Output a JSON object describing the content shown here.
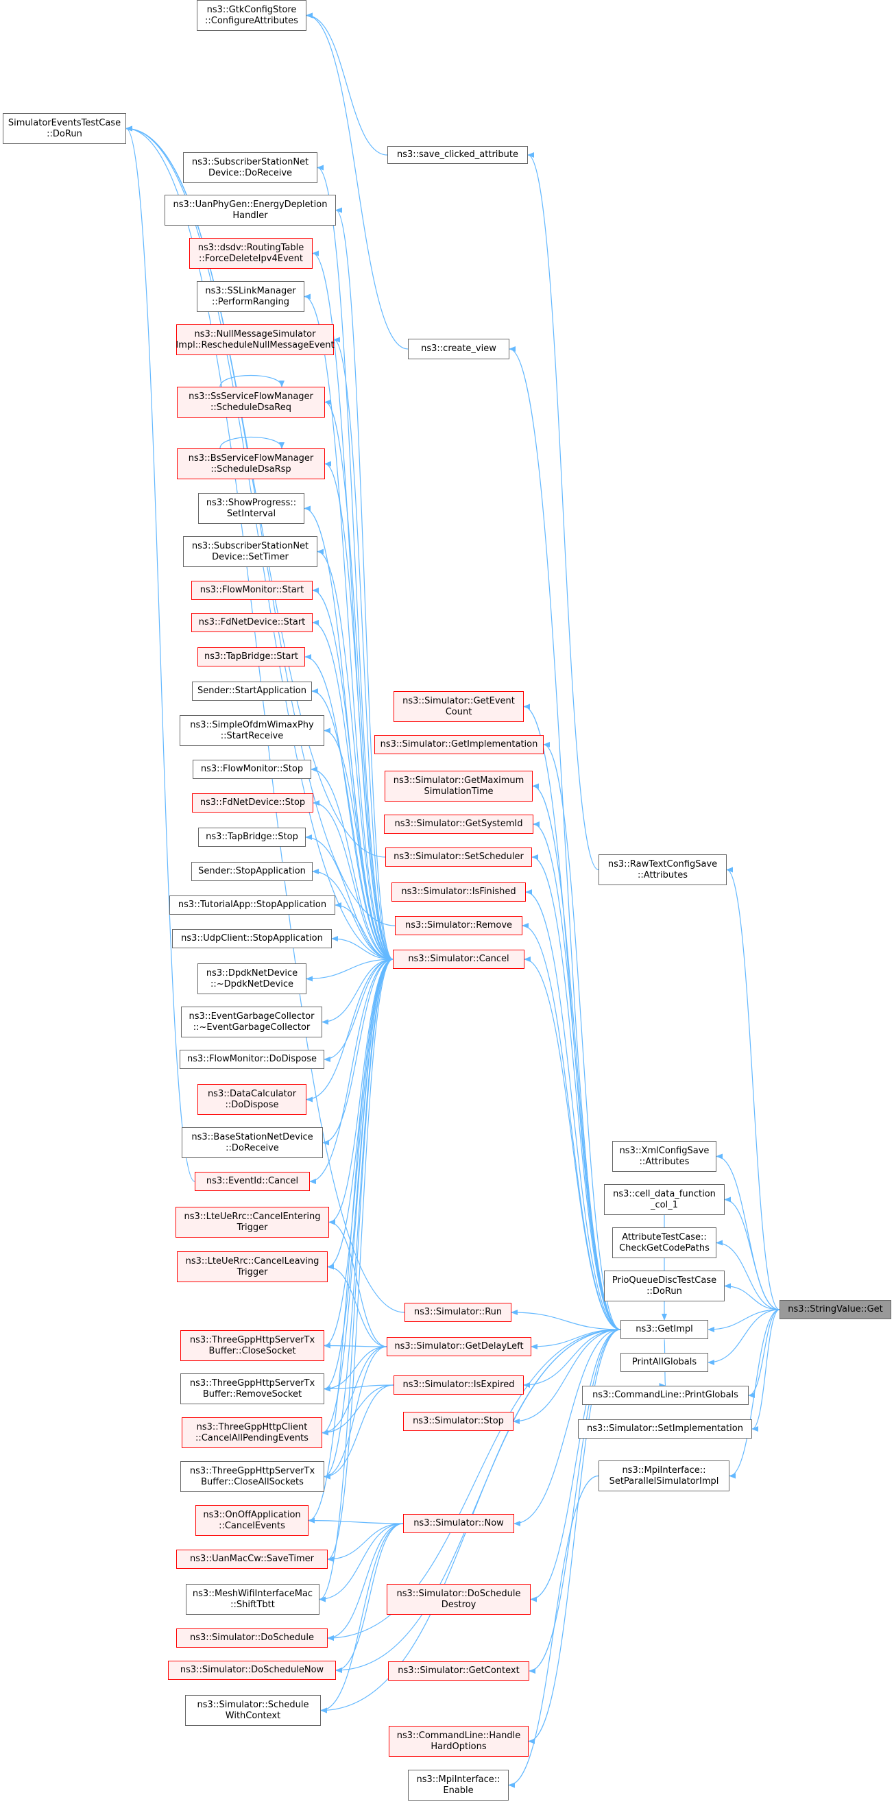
{
  "colors": {
    "edge": "#63b8ff",
    "red_border": "#ff0000",
    "red_fill": "#fff0f0",
    "target_fill": "#999999"
  },
  "nodes": [
    {
      "id": "gtk_configure",
      "lines": [
        "ns3::GtkConfigStore",
        "::ConfigureAttributes"
      ],
      "style": "normal"
    },
    {
      "id": "sim_events_testcase",
      "lines": [
        "SimulatorEventsTestCase",
        "::DoRun"
      ],
      "style": "normal"
    },
    {
      "id": "save_clicked",
      "lines": [
        "ns3::save_clicked_attribute"
      ],
      "style": "normal"
    },
    {
      "id": "ss_doreceive",
      "lines": [
        "ns3::SubscriberStationNet",
        "Device::DoReceive"
      ],
      "style": "normal"
    },
    {
      "id": "uan_energy",
      "lines": [
        "ns3::UanPhyGen::EnergyDepletion",
        "Handler"
      ],
      "style": "normal"
    },
    {
      "id": "dsdv_force",
      "lines": [
        "ns3::dsdv::RoutingTable",
        "::ForceDeleteIpv4Event"
      ],
      "style": "red"
    },
    {
      "id": "sslink_perform",
      "lines": [
        "ns3::SSLinkManager",
        "::PerformRanging"
      ],
      "style": "normal"
    },
    {
      "id": "nullmsg_resched",
      "lines": [
        "ns3::NullMessageSimulator",
        "Impl::RescheduleNullMessageEvent"
      ],
      "style": "red"
    },
    {
      "id": "create_view",
      "lines": [
        "ns3::create_view"
      ],
      "style": "normal"
    },
    {
      "id": "ss_sched_dsareq",
      "lines": [
        "ns3::SsServiceFlowManager",
        "::ScheduleDsaReq"
      ],
      "style": "red"
    },
    {
      "id": "bs_sched_dsarsp",
      "lines": [
        "ns3::BsServiceFlowManager",
        "::ScheduleDsaRsp"
      ],
      "style": "red"
    },
    {
      "id": "showprogress",
      "lines": [
        "ns3::ShowProgress::",
        "SetInterval"
      ],
      "style": "normal"
    },
    {
      "id": "ss_settimer",
      "lines": [
        "ns3::SubscriberStationNet",
        "Device::SetTimer"
      ],
      "style": "normal"
    },
    {
      "id": "flowmon_start",
      "lines": [
        "ns3::FlowMonitor::Start"
      ],
      "style": "red"
    },
    {
      "id": "fdnet_start",
      "lines": [
        "ns3::FdNetDevice::Start"
      ],
      "style": "red"
    },
    {
      "id": "tapbridge_start",
      "lines": [
        "ns3::TapBridge::Start"
      ],
      "style": "red"
    },
    {
      "id": "sender_startapp",
      "lines": [
        "Sender::StartApplication"
      ],
      "style": "normal"
    },
    {
      "id": "simpleofdm",
      "lines": [
        "ns3::SimpleOfdmWimaxPhy",
        "::StartReceive"
      ],
      "style": "normal"
    },
    {
      "id": "flowmon_stop",
      "lines": [
        "ns3::FlowMonitor::Stop"
      ],
      "style": "normal"
    },
    {
      "id": "fdnet_stop",
      "lines": [
        "ns3::FdNetDevice::Stop"
      ],
      "style": "red"
    },
    {
      "id": "tapbridge_stop",
      "lines": [
        "ns3::TapBridge::Stop"
      ],
      "style": "normal"
    },
    {
      "id": "sender_stopapp",
      "lines": [
        "Sender::StopApplication"
      ],
      "style": "normal"
    },
    {
      "id": "tutorial_stopapp",
      "lines": [
        "ns3::TutorialApp::StopApplication"
      ],
      "style": "normal"
    },
    {
      "id": "udpclient_stopapp",
      "lines": [
        "ns3::UdpClient::StopApplication"
      ],
      "style": "normal"
    },
    {
      "id": "dpdk_dtor",
      "lines": [
        "ns3::DpdkNetDevice",
        "::~DpdkNetDevice"
      ],
      "style": "normal"
    },
    {
      "id": "egc_dtor",
      "lines": [
        "ns3::EventGarbageCollector",
        "::~EventGarbageCollector"
      ],
      "style": "normal"
    },
    {
      "id": "flowmon_dodispose",
      "lines": [
        "ns3::FlowMonitor::DoDispose"
      ],
      "style": "normal"
    },
    {
      "id": "datacalc_dodispose",
      "lines": [
        "ns3::DataCalculator",
        "::DoDispose"
      ],
      "style": "red"
    },
    {
      "id": "bsnet_doreceive",
      "lines": [
        "ns3::BaseStationNetDevice",
        "::DoReceive"
      ],
      "style": "normal"
    },
    {
      "id": "eventid_cancel",
      "lines": [
        "ns3::EventId::Cancel"
      ],
      "style": "red"
    },
    {
      "id": "lte_cancel_enter",
      "lines": [
        "ns3::LteUeRrc::CancelEntering",
        "Trigger"
      ],
      "style": "red"
    },
    {
      "id": "lte_cancel_leave",
      "lines": [
        "ns3::LteUeRrc::CancelLeaving",
        "Trigger"
      ],
      "style": "red"
    },
    {
      "id": "http_closesocket",
      "lines": [
        "ns3::ThreeGppHttpServerTx",
        "Buffer::CloseSocket"
      ],
      "style": "red"
    },
    {
      "id": "http_removesocket",
      "lines": [
        "ns3::ThreeGppHttpServerTx",
        "Buffer::RemoveSocket"
      ],
      "style": "normal"
    },
    {
      "id": "http_client_cancel",
      "lines": [
        "ns3::ThreeGppHttpClient",
        "::CancelAllPendingEvents"
      ],
      "style": "red"
    },
    {
      "id": "http_closeall",
      "lines": [
        "ns3::ThreeGppHttpServerTx",
        "Buffer::CloseAllSockets"
      ],
      "style": "normal"
    },
    {
      "id": "onoff_cancel",
      "lines": [
        "ns3::OnOffApplication",
        "::CancelEvents"
      ],
      "style": "red"
    },
    {
      "id": "uanmac_savetimer",
      "lines": [
        "ns3::UanMacCw::SaveTimer"
      ],
      "style": "red"
    },
    {
      "id": "mesh_shifttbtt",
      "lines": [
        "ns3::MeshWifiInterfaceMac",
        "::ShiftTbtt"
      ],
      "style": "normal"
    },
    {
      "id": "sim_doschedule",
      "lines": [
        "ns3::Simulator::DoSchedule"
      ],
      "style": "red"
    },
    {
      "id": "sim_doschedulenow",
      "lines": [
        "ns3::Simulator::DoScheduleNow"
      ],
      "style": "red"
    },
    {
      "id": "sim_schedwithctx",
      "lines": [
        "ns3::Simulator::Schedule",
        "WithContext"
      ],
      "style": "normal"
    },
    {
      "id": "sim_geteventcount",
      "lines": [
        "ns3::Simulator::GetEvent",
        "Count"
      ],
      "style": "red"
    },
    {
      "id": "sim_getimpl_m",
      "lines": [
        "ns3::Simulator::GetImplementation"
      ],
      "style": "red"
    },
    {
      "id": "sim_getmaxtime",
      "lines": [
        "ns3::Simulator::GetMaximum",
        "SimulationTime"
      ],
      "style": "red"
    },
    {
      "id": "sim_getsystemid",
      "lines": [
        "ns3::Simulator::GetSystemId"
      ],
      "style": "red"
    },
    {
      "id": "sim_setscheduler",
      "lines": [
        "ns3::Simulator::SetScheduler"
      ],
      "style": "red"
    },
    {
      "id": "sim_isfinished",
      "lines": [
        "ns3::Simulator::IsFinished"
      ],
      "style": "red"
    },
    {
      "id": "sim_remove",
      "lines": [
        "ns3::Simulator::Remove"
      ],
      "style": "red"
    },
    {
      "id": "sim_cancel",
      "lines": [
        "ns3::Simulator::Cancel"
      ],
      "style": "red"
    },
    {
      "id": "sim_run",
      "lines": [
        "ns3::Simulator::Run"
      ],
      "style": "red"
    },
    {
      "id": "sim_getdelayleft",
      "lines": [
        "ns3::Simulator::GetDelayLeft"
      ],
      "style": "red"
    },
    {
      "id": "sim_isexpired",
      "lines": [
        "ns3::Simulator::IsExpired"
      ],
      "style": "red"
    },
    {
      "id": "sim_stop",
      "lines": [
        "ns3::Simulator::Stop"
      ],
      "style": "red"
    },
    {
      "id": "sim_now",
      "lines": [
        "ns3::Simulator::Now"
      ],
      "style": "red"
    },
    {
      "id": "sim_doscheddestroy",
      "lines": [
        "ns3::Simulator::DoSchedule",
        "Destroy"
      ],
      "style": "red"
    },
    {
      "id": "sim_getcontext",
      "lines": [
        "ns3::Simulator::GetContext"
      ],
      "style": "red"
    },
    {
      "id": "cmdline_handlehard",
      "lines": [
        "ns3::CommandLine::Handle",
        "HardOptions"
      ],
      "style": "red"
    },
    {
      "id": "mpi_enable",
      "lines": [
        "ns3::MpiInterface::",
        "Enable"
      ],
      "style": "normal"
    },
    {
      "id": "rawtext_attrs",
      "lines": [
        "ns3::RawTextConfigSave",
        "::Attributes"
      ],
      "style": "normal"
    },
    {
      "id": "xml_attrs",
      "lines": [
        "ns3::XmlConfigSave",
        "::Attributes"
      ],
      "style": "normal"
    },
    {
      "id": "cell_data",
      "lines": [
        "ns3::cell_data_function",
        "_col_1"
      ],
      "style": "normal"
    },
    {
      "id": "attr_testcase",
      "lines": [
        "AttributeTestCase::",
        "CheckGetCodePaths"
      ],
      "style": "normal"
    },
    {
      "id": "prioqueue_doRun",
      "lines": [
        "PrioQueueDiscTestCase",
        "::DoRun"
      ],
      "style": "normal"
    },
    {
      "id": "getimpl",
      "lines": [
        "ns3::GetImpl"
      ],
      "style": "normal"
    },
    {
      "id": "printallglobals",
      "lines": [
        "PrintAllGlobals"
      ],
      "style": "normal"
    },
    {
      "id": "cmdline_printglobals",
      "lines": [
        "ns3::CommandLine::PrintGlobals"
      ],
      "style": "normal"
    },
    {
      "id": "sim_setimpl",
      "lines": [
        "ns3::Simulator::SetImplementation"
      ],
      "style": "normal"
    },
    {
      "id": "mpi_setparallel",
      "lines": [
        "ns3::MpiInterface::",
        "SetParallelSimulatorImpl"
      ],
      "style": "normal"
    },
    {
      "id": "stringvalue_get",
      "lines": [
        "ns3::StringValue::Get"
      ],
      "style": "target"
    }
  ],
  "edges": [
    [
      "save_clicked",
      "gtk_configure"
    ],
    [
      "create_view",
      "gtk_configure"
    ],
    [
      "rawtext_attrs",
      "save_clicked"
    ],
    [
      "getimpl",
      "create_view"
    ],
    [
      "stringvalue_get",
      "rawtext_attrs"
    ],
    [
      "stringvalue_get",
      "xml_attrs"
    ],
    [
      "stringvalue_get",
      "cell_data"
    ],
    [
      "stringvalue_get",
      "attr_testcase"
    ],
    [
      "stringvalue_get",
      "prioqueue_doRun"
    ],
    [
      "stringvalue_get",
      "getimpl"
    ],
    [
      "stringvalue_get",
      "printallglobals"
    ],
    [
      "stringvalue_get",
      "cmdline_printglobals"
    ],
    [
      "stringvalue_get",
      "sim_setimpl"
    ],
    [
      "stringvalue_get",
      "mpi_setparallel"
    ],
    [
      "mpi_setparallel",
      "mpi_enable"
    ],
    [
      "cell_data",
      "getimpl"
    ],
    [
      "getimpl",
      "cmdline_printglobals"
    ],
    [
      "getimpl",
      "cmdline_handlehard"
    ],
    [
      "getimpl",
      "sim_geteventcount"
    ],
    [
      "getimpl",
      "sim_getimpl_m"
    ],
    [
      "getimpl",
      "sim_getmaxtime"
    ],
    [
      "getimpl",
      "sim_getsystemid"
    ],
    [
      "getimpl",
      "sim_setscheduler"
    ],
    [
      "getimpl",
      "sim_isfinished"
    ],
    [
      "getimpl",
      "sim_remove"
    ],
    [
      "getimpl",
      "sim_cancel"
    ],
    [
      "getimpl",
      "sim_run"
    ],
    [
      "getimpl",
      "sim_getdelayleft"
    ],
    [
      "getimpl",
      "sim_isexpired"
    ],
    [
      "getimpl",
      "sim_stop"
    ],
    [
      "getimpl",
      "sim_now"
    ],
    [
      "getimpl",
      "sim_doscheddestroy"
    ],
    [
      "getimpl",
      "sim_getcontext"
    ],
    [
      "getimpl",
      "sim_doschedule"
    ],
    [
      "getimpl",
      "sim_doschedulenow"
    ],
    [
      "getimpl",
      "sim_schedwithctx"
    ],
    [
      "sim_cancel",
      "sim_events_testcase"
    ],
    [
      "sim_cancel",
      "ss_doreceive"
    ],
    [
      "sim_cancel",
      "uan_energy"
    ],
    [
      "sim_cancel",
      "dsdv_force"
    ],
    [
      "sim_cancel",
      "sslink_perform"
    ],
    [
      "sim_cancel",
      "nullmsg_resched"
    ],
    [
      "sim_cancel",
      "ss_sched_dsareq"
    ],
    [
      "sim_cancel",
      "bs_sched_dsarsp"
    ],
    [
      "sim_cancel",
      "showprogress"
    ],
    [
      "sim_cancel",
      "ss_settimer"
    ],
    [
      "sim_cancel",
      "flowmon_start"
    ],
    [
      "sim_cancel",
      "fdnet_start"
    ],
    [
      "sim_cancel",
      "tapbridge_start"
    ],
    [
      "sim_cancel",
      "sender_startapp"
    ],
    [
      "sim_cancel",
      "simpleofdm"
    ],
    [
      "sim_cancel",
      "flowmon_stop"
    ],
    [
      "sim_cancel",
      "fdnet_stop"
    ],
    [
      "sim_cancel",
      "tapbridge_stop"
    ],
    [
      "sim_cancel",
      "sender_stopapp"
    ],
    [
      "sim_cancel",
      "tutorial_stopapp"
    ],
    [
      "sim_cancel",
      "udpclient_stopapp"
    ],
    [
      "sim_cancel",
      "dpdk_dtor"
    ],
    [
      "sim_cancel",
      "egc_dtor"
    ],
    [
      "sim_cancel",
      "flowmon_dodispose"
    ],
    [
      "sim_cancel",
      "datacalc_dodispose"
    ],
    [
      "sim_cancel",
      "bsnet_doreceive"
    ],
    [
      "sim_cancel",
      "eventid_cancel"
    ],
    [
      "sim_cancel",
      "lte_cancel_enter"
    ],
    [
      "sim_cancel",
      "lte_cancel_leave"
    ],
    [
      "sim_cancel",
      "http_closesocket"
    ],
    [
      "sim_cancel",
      "http_removesocket"
    ],
    [
      "sim_cancel",
      "http_client_cancel"
    ],
    [
      "sim_cancel",
      "http_closeall"
    ],
    [
      "sim_cancel",
      "onoff_cancel"
    ],
    [
      "sim_cancel",
      "uanmac_savetimer"
    ],
    [
      "sim_cancel",
      "mesh_shifttbtt"
    ],
    [
      "sim_remove",
      "sim_events_testcase"
    ],
    [
      "sim_setscheduler",
      "sim_events_testcase"
    ],
    [
      "eventid_cancel",
      "sim_events_testcase"
    ],
    [
      "sim_run",
      "sim_events_testcase"
    ],
    [
      "sim_getdelayleft",
      "lte_cancel_enter"
    ],
    [
      "sim_getdelayleft",
      "lte_cancel_leave"
    ],
    [
      "sim_getdelayleft",
      "http_closesocket"
    ],
    [
      "sim_getdelayleft",
      "http_removesocket"
    ],
    [
      "sim_getdelayleft",
      "http_client_cancel"
    ],
    [
      "sim_getdelayleft",
      "http_closeall"
    ],
    [
      "sim_isexpired",
      "http_removesocket"
    ],
    [
      "sim_isexpired",
      "http_client_cancel"
    ],
    [
      "sim_isexpired",
      "http_closeall"
    ],
    [
      "sim_now",
      "onoff_cancel"
    ],
    [
      "sim_now",
      "uanmac_savetimer"
    ],
    [
      "sim_now",
      "mesh_shifttbtt"
    ],
    [
      "sim_now",
      "sim_doschedule"
    ],
    [
      "sim_now",
      "sim_doschedulenow"
    ],
    [
      "sim_now",
      "sim_schedwithctx"
    ]
  ],
  "self_loops": [
    "ss_sched_dsareq",
    "bs_sched_dsarsp"
  ]
}
